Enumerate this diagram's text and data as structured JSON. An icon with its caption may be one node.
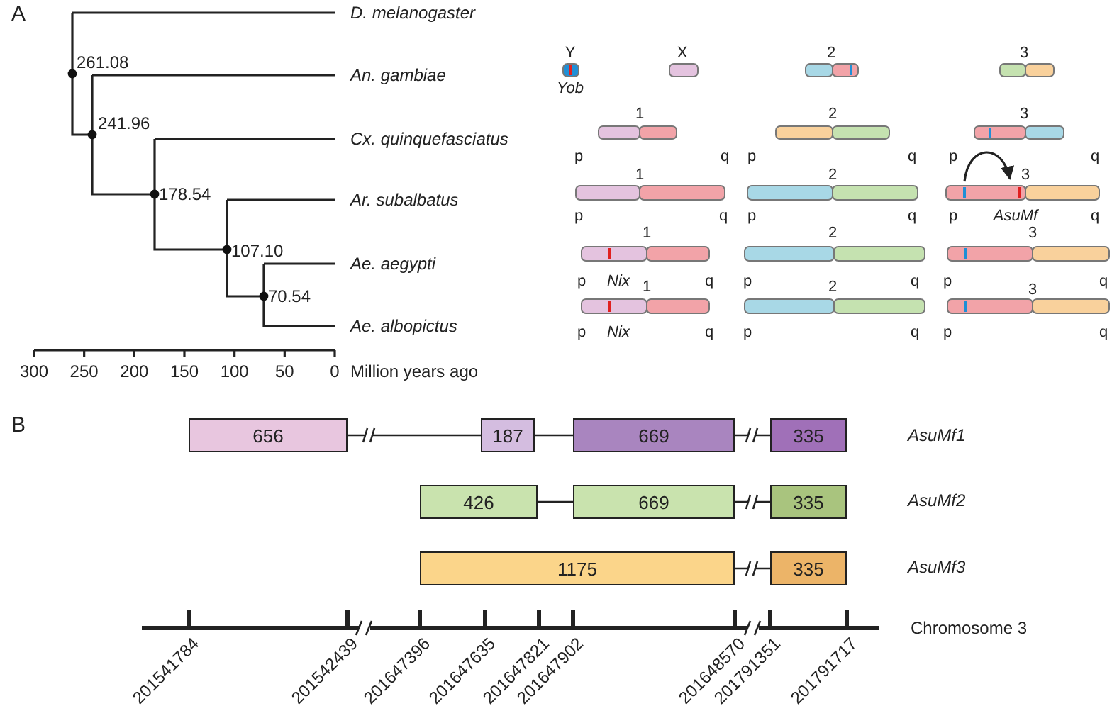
{
  "diagram": {
    "nodes": [
      {
        "text": [
          "656"
        ]
      },
      {
        "text": [
          "187"
        ]
      },
      {
        "text": [
          "669"
        ]
      },
      {
        "text": [
          "335"
        ]
      },
      {
        "text": [
          "426"
        ]
      },
      {
        "text": [
          "669"
        ]
      },
      {
        "text": [
          "335"
        ]
      },
      {
        "text": [
          "1175"
        ]
      },
      {
        "text": [
          "335"
        ]
      }
    ],
    "edges": [
      {
        "from": 0,
        "to": 1,
        "arrow": "none"
      },
      {
        "from": 1,
        "to": 2,
        "arrow": "none"
      },
      {
        "from": 2,
        "to": 3,
        "arrow": "none"
      },
      {
        "from": 4,
        "to": 5,
        "arrow": "none"
      },
      {
        "from": 5,
        "to": 6,
        "arrow": "none"
      },
      {
        "from": 7,
        "to": 8,
        "arrow": "none"
      }
    ],
    "labels": [
      "A",
      "D. melanogaster",
      "An. gambiae",
      "Cx. quinquefasciatus",
      "Ar. subalbatus",
      "Ae. aegypti",
      "Ae. albopictus",
      "261.08",
      "241.96",
      "178.54",
      "107.10",
      "70.54",
      "300",
      "250",
      "200",
      "150",
      "100",
      "50",
      "0",
      "Million years ago",
      "Y",
      "X",
      "2",
      "3",
      "Yob",
      "1",
      "2",
      "3",
      "p",
      "q",
      "p",
      "q",
      "p",
      "q",
      "1",
      "2",
      "3",
      "p",
      "q",
      "p",
      "q",
      "p",
      "AsuMf",
      "q",
      "1",
      "2",
      "3",
      "p",
      "Nix",
      "q",
      "p",
      "q",
      "p",
      "q",
      "p",
      "Nix",
      "1",
      "q",
      "p",
      "2",
      "q",
      "p",
      "3",
      "q",
      "B",
      "AsuMf1",
      "AsuMf2",
      "AsuMf3",
      "Chromosome 3",
      "201541784",
      "201542439",
      "201647396",
      "201647635",
      "201647821",
      "201647902",
      "201648570",
      "201791351",
      "201791717"
    ]
  }
}
